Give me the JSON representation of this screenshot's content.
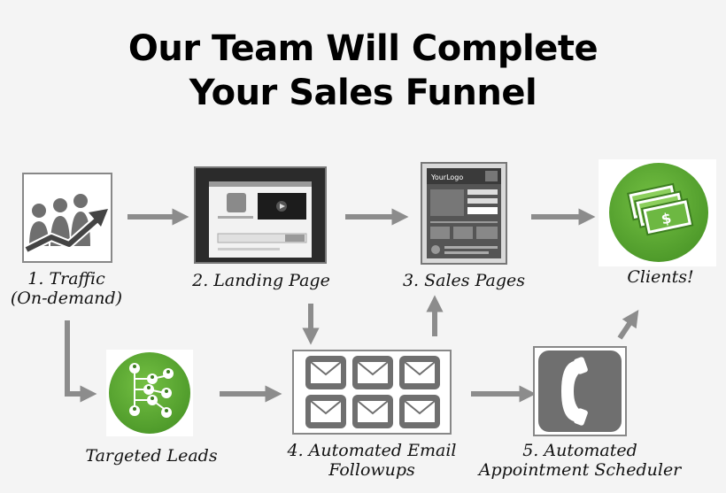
{
  "title": {
    "line1": "Our Team Will Complete",
    "line2": "Your Sales Funnel"
  },
  "nodes": {
    "traffic": {
      "line1": "1. Traffic",
      "line2": "(On-demand)",
      "icon": "traffic-growth-icon"
    },
    "landing_page": {
      "label": "2. Landing Page",
      "icon": "landing-page-icon"
    },
    "sales_pages": {
      "label": "3. Sales Pages",
      "icon": "sales-page-icon",
      "logo_text": "YourLogo"
    },
    "clients": {
      "label": "Clients!",
      "icon": "money-icon"
    },
    "targeted_leads": {
      "label": "Targeted Leads",
      "icon": "network-people-icon"
    },
    "email_followups": {
      "line1": "4. Automated Email",
      "line2": "Followups",
      "icon": "envelope-grid-icon"
    },
    "appointment_scheduler": {
      "line1": "5. Automated",
      "line2": "Appointment Scheduler",
      "icon": "phone-icon"
    }
  },
  "colors": {
    "arrow": "#8c8c8c",
    "green": "#5cab34",
    "green_dark": "#3d7f20",
    "icon_gray": "#6f6f6f"
  }
}
